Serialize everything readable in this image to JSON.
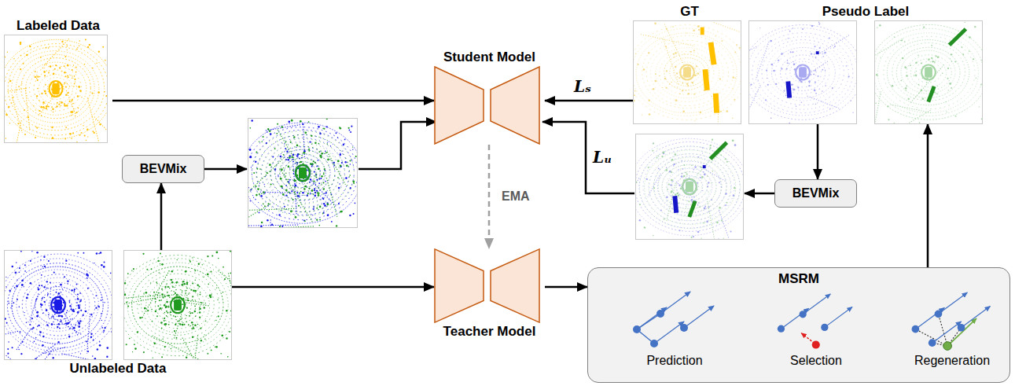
{
  "diagram": {
    "nodes": [
      {
        "text": [
          "Labeled Data"
        ]
      },
      {
        "text": [
          "Student Model"
        ]
      },
      {
        "text": [
          "Teacher Model"
        ]
      },
      {
        "text": [
          "GT"
        ]
      },
      {
        "text": [
          "Pseudo Label"
        ]
      },
      {
        "text": [
          "BEVMix"
        ]
      },
      {
        "text": [
          "BEVMix"
        ]
      },
      {
        "text": [
          "Unlabeled Data"
        ]
      },
      {
        "text": [
          "MSRM"
        ]
      },
      {
        "text": [
          "Prediction"
        ],
        "in": 8
      },
      {
        "text": [
          "Selection"
        ],
        "in": 8
      },
      {
        "text": [
          "Regeneration"
        ],
        "in": 8
      }
    ],
    "edges": [
      {
        "from": 0,
        "to": 1,
        "arrow": "to"
      },
      {
        "from": 3,
        "to": 1,
        "label": "Lₛ",
        "arrow": "to"
      },
      {
        "from": 7,
        "to": 5,
        "arrow": "to"
      },
      {
        "from": 7,
        "to": 2,
        "arrow": "to"
      },
      {
        "from": 2,
        "to": 8,
        "arrow": "to"
      },
      {
        "from": 8,
        "to": 4,
        "arrow": "to"
      },
      {
        "from": 4,
        "to": 6,
        "arrow": "to"
      },
      {
        "from": 1,
        "to": 2,
        "label": "EMA",
        "arrow": "to"
      },
      {
        "from": 9,
        "to": 10,
        "arrow": "to"
      },
      {
        "from": 10,
        "to": 11,
        "arrow": "to"
      }
    ],
    "labels": [
      "Lᵤ"
    ]
  }
}
